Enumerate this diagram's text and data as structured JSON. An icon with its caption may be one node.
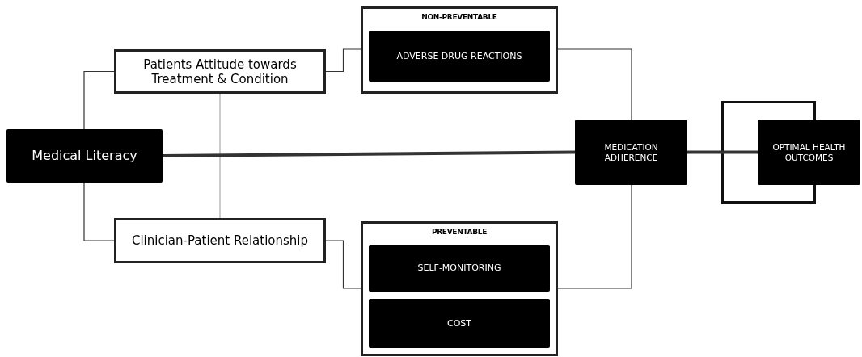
{
  "diagram": {
    "nodes": [
      {
        "text": [
          "Medical Literacy"
        ]
      },
      {
        "text": [
          "Patients Attitude towards Treatment & Condition"
        ]
      },
      {
        "text": [
          "Clinician-Patient Relationship"
        ]
      },
      {
        "text": [
          "NON-PREVENTABLE"
        ]
      },
      {
        "text": [
          "ADVERSE DRUG REACTIONS"
        ],
        "in": 3
      },
      {
        "text": [
          "MEDICATION ADHERENCE"
        ]
      },
      {
        "text": [
          "PREVENTABLE"
        ]
      },
      {
        "text": [
          "SELF-MONITORING"
        ],
        "in": 6
      },
      {
        "text": [
          "COST"
        ],
        "in": 6
      },
      {
        "text": [
          "OPTIMAL HEALTH OUTCOMES"
        ]
      }
    ],
    "edges": [
      {
        "from": 0,
        "to": 1,
        "arrow": "none"
      },
      {
        "from": 0,
        "to": 2,
        "arrow": "none"
      },
      {
        "from": 1,
        "to": 2,
        "arrow": "none",
        "color": "#aaaaaa"
      },
      {
        "from": 1,
        "to": 3,
        "arrow": "none"
      },
      {
        "from": 2,
        "to": 6,
        "arrow": "none"
      },
      {
        "from": 3,
        "to": 5,
        "arrow": "none"
      },
      {
        "from": 6,
        "to": 5,
        "arrow": "none"
      },
      {
        "from": 0,
        "to": 5,
        "arrow": "none",
        "style": "thick"
      },
      {
        "from": 5,
        "to": 9,
        "arrow": "none",
        "style": "thick"
      }
    ]
  }
}
